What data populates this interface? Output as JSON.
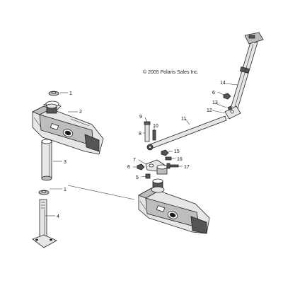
{
  "diagram": {
    "copyright": "© 2005 Polaris Sales Inc.",
    "callouts": [
      {
        "id": "c1a",
        "label": "1"
      },
      {
        "id": "c2",
        "label": "2"
      },
      {
        "id": "c3",
        "label": "3"
      },
      {
        "id": "c1b",
        "label": "1"
      },
      {
        "id": "c4",
        "label": "4"
      },
      {
        "id": "c5",
        "label": "5"
      },
      {
        "id": "c6a",
        "label": "6"
      },
      {
        "id": "c6b",
        "label": "6"
      },
      {
        "id": "c7",
        "label": "7"
      },
      {
        "id": "c8",
        "label": "8"
      },
      {
        "id": "c9",
        "label": "9"
      },
      {
        "id": "c10",
        "label": "10"
      },
      {
        "id": "c11",
        "label": "11"
      },
      {
        "id": "c12",
        "label": "12"
      },
      {
        "id": "c13",
        "label": "13"
      },
      {
        "id": "c14",
        "label": "14"
      },
      {
        "id": "c15",
        "label": "15"
      },
      {
        "id": "c16",
        "label": "16"
      },
      {
        "id": "c17",
        "label": "17"
      }
    ]
  }
}
